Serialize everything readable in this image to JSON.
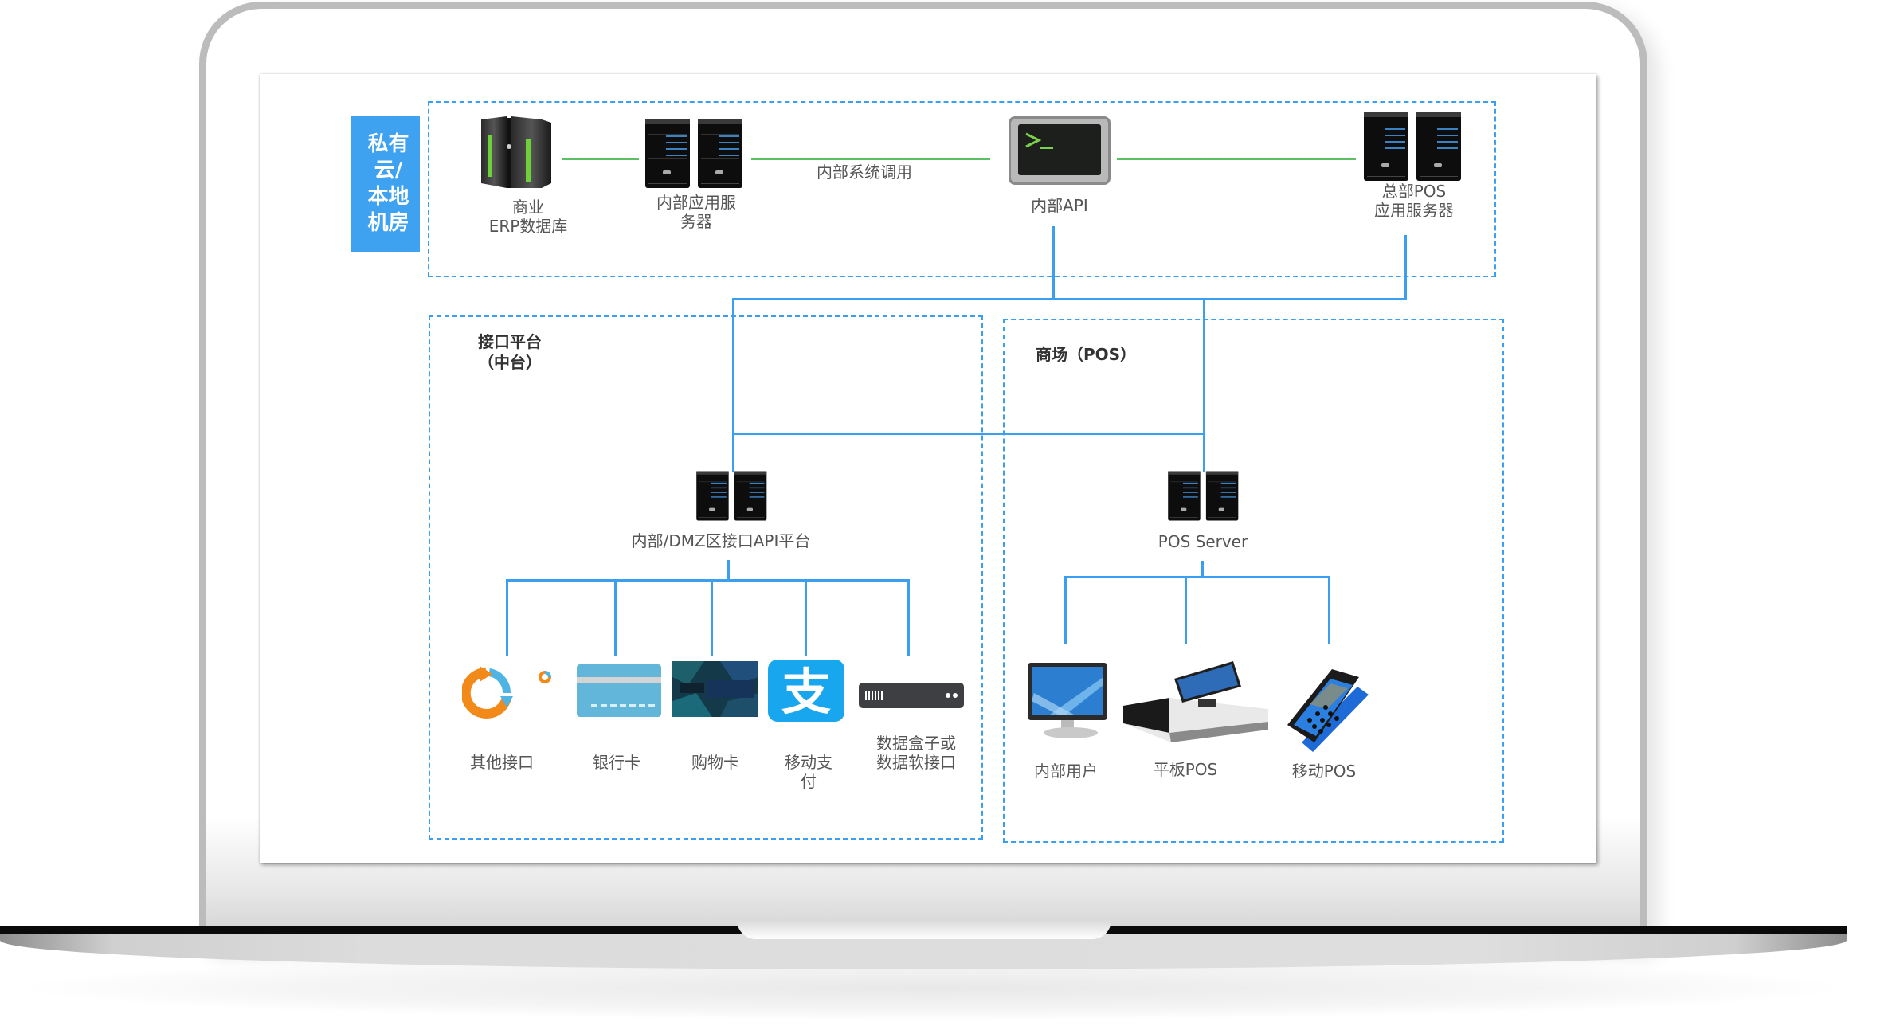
{
  "diagram": {
    "private_cloud_label": "私有\n云/\n本地\n机房",
    "top_row": {
      "erp": {
        "label": "商业\nERP数据库",
        "icon": "mainframe-server-icon"
      },
      "app_server": {
        "label": "内部应用服\n务器",
        "icon": "tower-servers-icon"
      },
      "call_label": "内部系统调用",
      "api": {
        "label": "内部API",
        "icon": "terminal-icon"
      },
      "pos_app": {
        "label": "总部POS\n应用服务器",
        "icon": "tower-servers-icon"
      }
    },
    "interface_platform": {
      "title": "接口平台\n（中台）",
      "server_label": "内部/DMZ区接口API平台",
      "children": [
        {
          "label": "其他接口",
          "icon": "sync-arrows-icon"
        },
        {
          "label": "银行卡",
          "icon": "bank-card-icon"
        },
        {
          "label": "购物卡",
          "icon": "shopping-card-icon"
        },
        {
          "label": "移动支\n付",
          "icon": "alipay-icon"
        },
        {
          "label": "数据盒子或\n数据软接口",
          "icon": "data-box-icon"
        }
      ]
    },
    "mall_pos": {
      "title": "商场（POS）",
      "server_label": "POS Server",
      "children": [
        {
          "label": "内部用户",
          "icon": "desktop-monitor-icon"
        },
        {
          "label": "平板POS",
          "icon": "tablet-pos-icon"
        },
        {
          "label": "移动POS",
          "icon": "mobile-pos-icon"
        }
      ]
    },
    "colors": {
      "accent_blue": "#3fa2f0",
      "connector_blue": "#3a9ff0",
      "connector_green": "#5cbf62"
    }
  }
}
